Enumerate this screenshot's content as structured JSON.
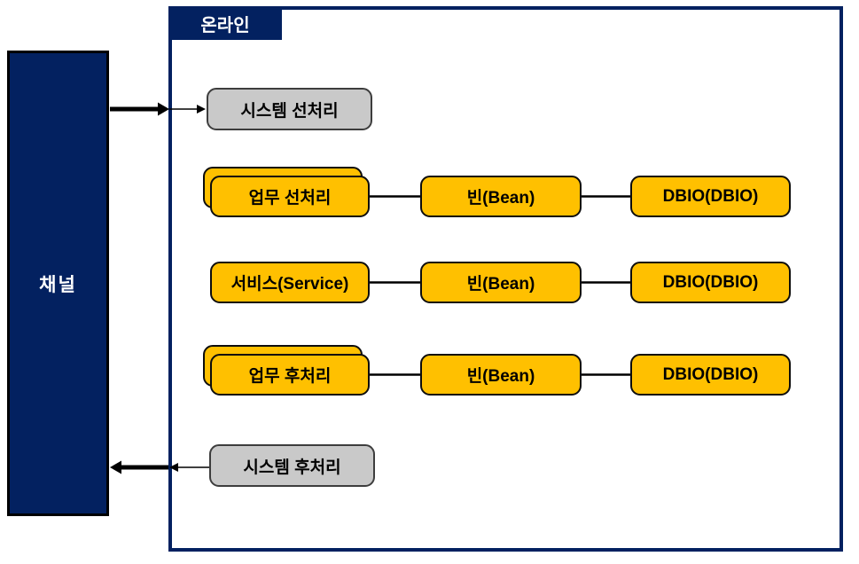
{
  "diagram": {
    "channel": {
      "label": "채널"
    },
    "online": {
      "title": "온라인"
    },
    "system_pre": {
      "label": "시스템 선처리"
    },
    "system_post": {
      "label": "시스템 후처리"
    },
    "rows": [
      {
        "left": {
          "label": "업무 선처리",
          "stacked": true
        },
        "bean": {
          "label": "빈(Bean)"
        },
        "dbio": {
          "label": "DBIO(DBIO)"
        }
      },
      {
        "left": {
          "label": "서비스(Service)",
          "stacked": false
        },
        "bean": {
          "label": "빈(Bean)"
        },
        "dbio": {
          "label": "DBIO(DBIO)"
        }
      },
      {
        "left": {
          "label": "업무 후처리",
          "stacked": true
        },
        "bean": {
          "label": "빈(Bean)"
        },
        "dbio": {
          "label": "DBIO(DBIO)"
        }
      }
    ],
    "arrows": [
      {
        "name": "channel-to-online",
        "direction": "right"
      },
      {
        "name": "online-to-channel",
        "direction": "left"
      }
    ],
    "colors": {
      "navy": "#032160",
      "yellow": "#FFC000",
      "gray_fill": "#C9C9C9",
      "gray_border": "#3d3d3d",
      "line": "#000000"
    }
  }
}
